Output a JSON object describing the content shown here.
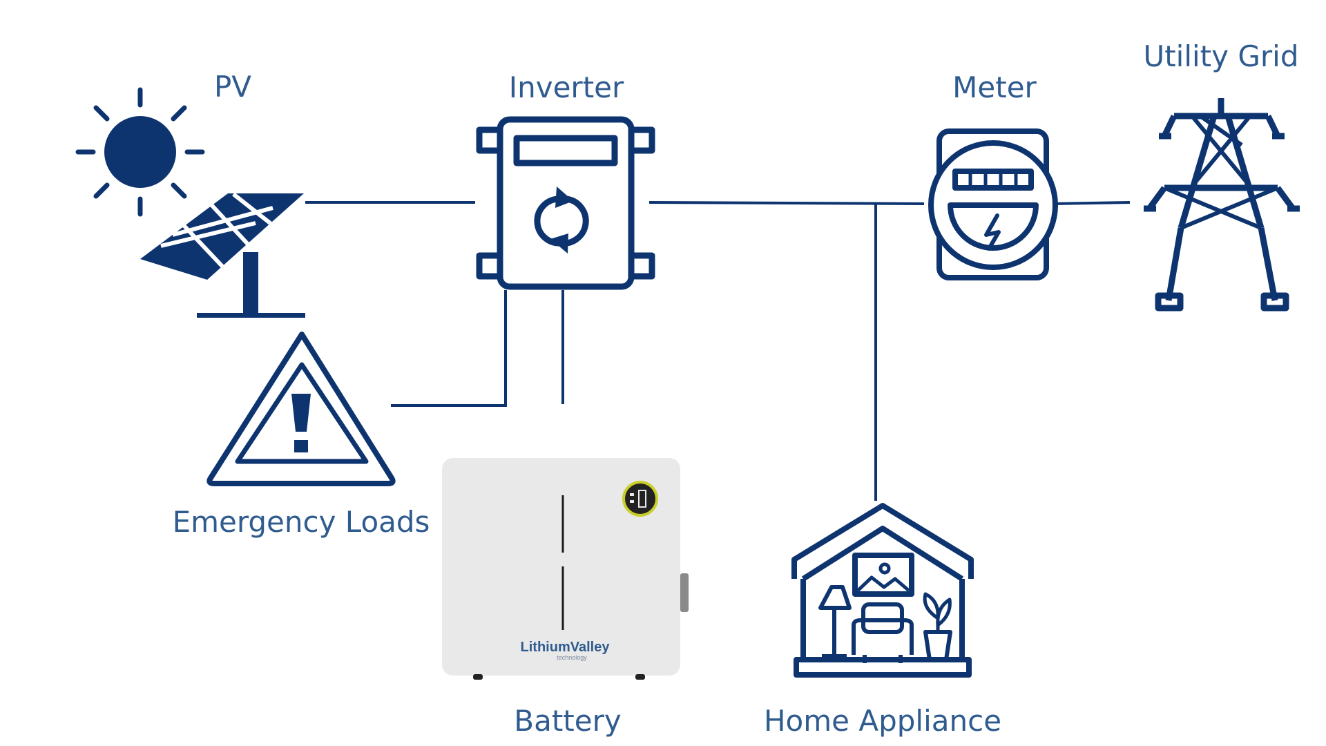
{
  "colors": {
    "icon": "#0e3470",
    "label": "#2f5b8f",
    "battery_body": "#e9e9e9",
    "battery_ring": "#c9cf2a"
  },
  "labels": {
    "pv": "PV",
    "inverter": "Inverter",
    "meter": "Meter",
    "utility_grid": "Utility Grid",
    "emergency_loads": "Emergency Loads",
    "battery": "Battery",
    "home_appliance": "Home Appliance"
  },
  "battery_brand": {
    "name": "LithiumValley",
    "tagline": "technology"
  },
  "icons": {
    "pv": "sun-and-solar-panel-icon",
    "inverter": "inverter-box-icon",
    "meter": "electric-meter-icon",
    "utility_grid": "transmission-tower-icon",
    "emergency_loads": "warning-triangle-icon",
    "battery": "battery-unit-icon",
    "home_appliance": "house-with-furniture-icon"
  }
}
